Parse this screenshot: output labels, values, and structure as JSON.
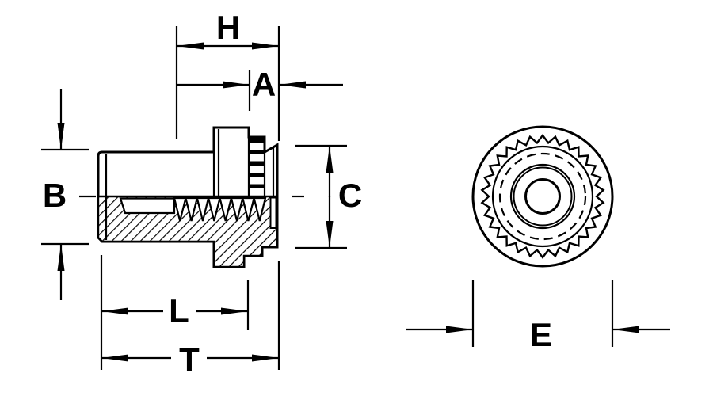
{
  "drawing": {
    "colors": {
      "line": "#000000",
      "background": "#ffffff"
    },
    "dimension_labels": {
      "H": "H",
      "A": "A",
      "B": "B",
      "C": "C",
      "L": "L",
      "T": "T",
      "E": "E"
    }
  }
}
